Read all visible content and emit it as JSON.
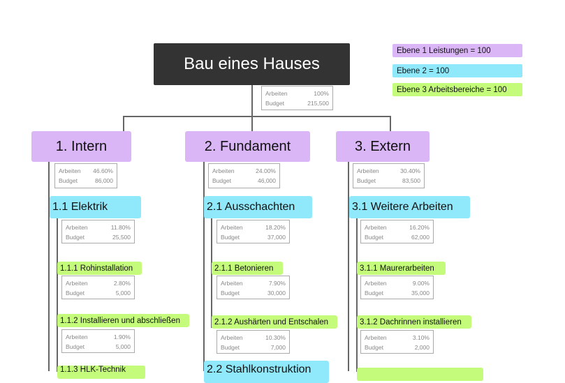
{
  "colors": {
    "level1": "#dab6f6",
    "level2": "#90e9fb",
    "level3": "#c4fb7b",
    "root": "#333333"
  },
  "legend": [
    "Ebene 1 Leistungen = 100",
    "Ebene 2 = 100",
    "Ebene 3 Arbeitsbereiche = 100"
  ],
  "labels": {
    "work": "Arbeiten",
    "budget": "Budget"
  },
  "root": {
    "title": "Bau eines Hauses",
    "work": "100%",
    "budget": "215,500"
  },
  "n1": {
    "title": "1. Intern",
    "work": "46.60%",
    "budget": "86,000"
  },
  "n2": {
    "title": "2. Fundament",
    "work": "24.00%",
    "budget": "46,000"
  },
  "n3": {
    "title": "3. Extern",
    "work": "30.40%",
    "budget": "83,500"
  },
  "n11": {
    "title": "1.1 Elektrik",
    "work": "11.80%",
    "budget": "25,500"
  },
  "n21": {
    "title": "2.1 Ausschachten",
    "work": "18.20%",
    "budget": "37,000"
  },
  "n31": {
    "title": "3.1 Weitere Arbeiten",
    "work": "16.20%",
    "budget": "62,000"
  },
  "n111": {
    "title": "1.1.1 Rohinstallation",
    "work": "2.80%",
    "budget": "5,000"
  },
  "n112": {
    "title": "1.1.2 Installieren und abschließen",
    "work": "1.90%",
    "budget": "5,000"
  },
  "n211": {
    "title": "2.1.1 Betonieren",
    "work": "7.90%",
    "budget": "30,000"
  },
  "n212": {
    "title": "2.1.2 Aushärten und Entschalen",
    "work": "10.30%",
    "budget": "7,000"
  },
  "n311": {
    "title": "3.1.1 Maurerarbeiten",
    "work": "9.00%",
    "budget": "35,000"
  },
  "n312": {
    "title": "3.1.2 Dachrinnen installieren",
    "work": "3.10%",
    "budget": "2,000"
  },
  "n113": {
    "title": "1.1.3 HLK-Technik"
  },
  "n22": {
    "title": "2.2 Stahlkonstruktion"
  }
}
